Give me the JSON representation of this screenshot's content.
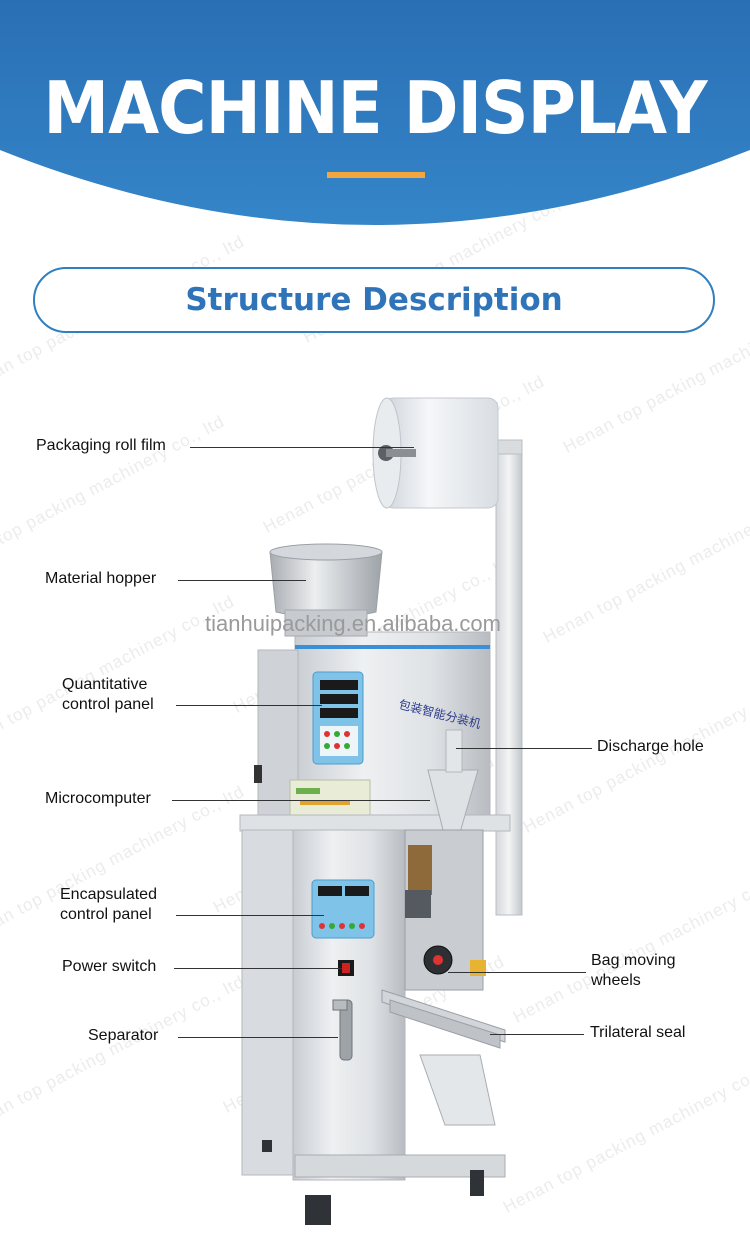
{
  "header": {
    "title": "MACHINE DISPLAY"
  },
  "section": {
    "title": "Structure Description"
  },
  "watermark": {
    "text": "Henan top packing machinery co., ltd",
    "site": "tianhuipacking.en.alibaba.com"
  },
  "panel_display_text": "包装智能分装机",
  "labels": {
    "packaging_roll_film": "Packaging roll film",
    "material_hopper": "Material hopper",
    "quantitative_control_panel_1": "Quantitative",
    "quantitative_control_panel_2": "control panel",
    "microcomputer": "Microcomputer",
    "encapsulated_control_panel_1": "Encapsulated",
    "encapsulated_control_panel_2": "control panel",
    "power_switch": "Power switch",
    "separator": "Separator",
    "discharge_hole": "Discharge hole",
    "bag_moving_wheels_1": "Bag moving",
    "bag_moving_wheels_2": "wheels",
    "trilateral_seal": "Trilateral seal"
  },
  "colors": {
    "header_blue": "#2f74b9",
    "accent_orange": "#f1a640",
    "pill_border": "#2f7fc1"
  }
}
